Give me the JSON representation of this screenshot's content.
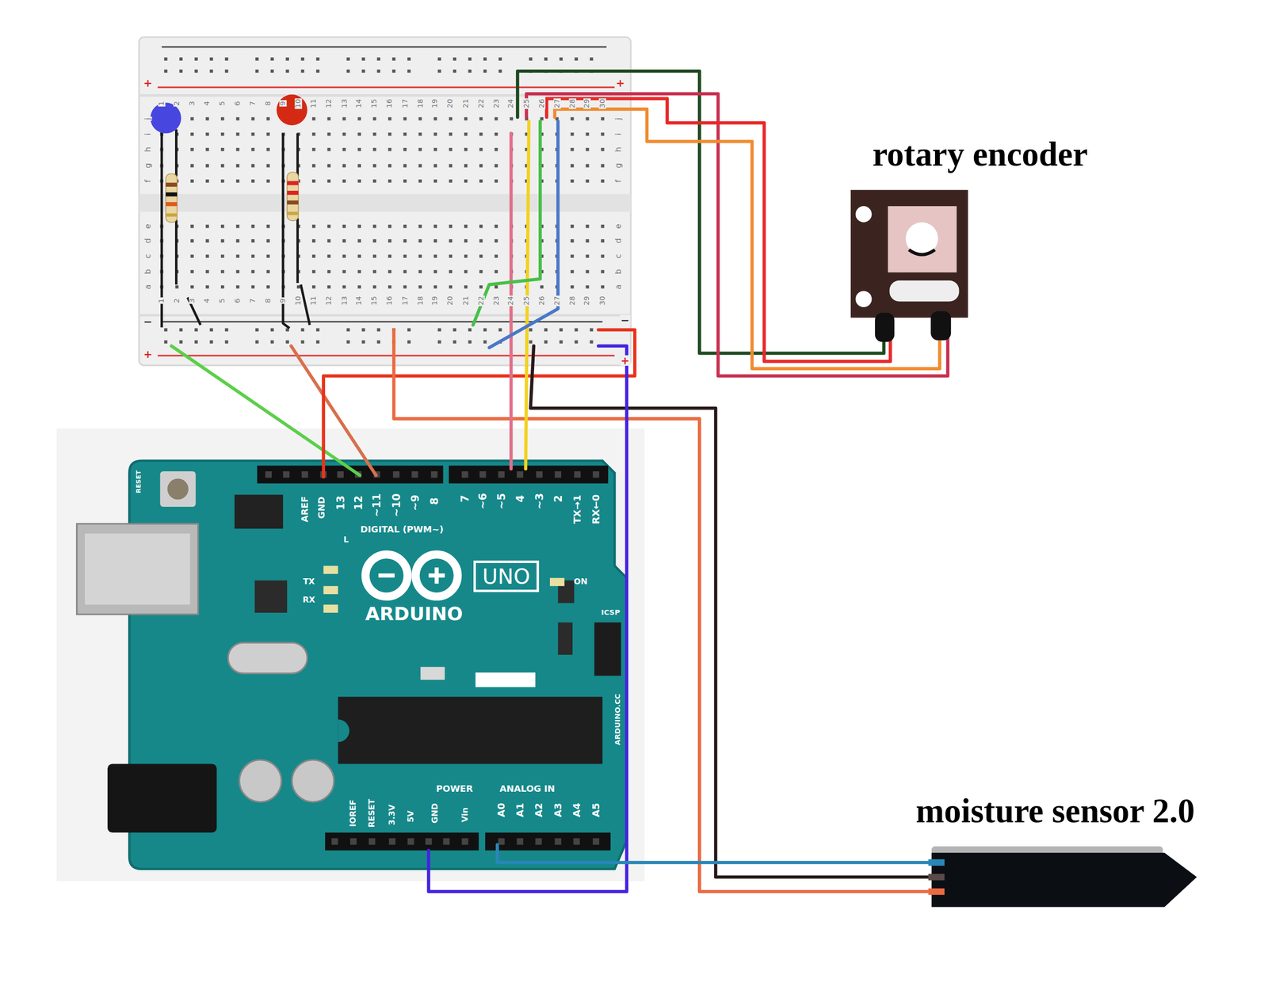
{
  "diagram": {
    "nodes": [
      {
        "text": [
          "rotary encoder"
        ]
      },
      {
        "text": [
          "moisture sensor 2.0"
        ]
      }
    ],
    "labels": [
      "1",
      "2",
      "3",
      "4",
      "5",
      "6",
      "7",
      "8",
      "9",
      "10",
      "11",
      "12",
      "13",
      "14",
      "15",
      "16",
      "17",
      "18",
      "19",
      "20",
      "21",
      "22",
      "23",
      "24",
      "25",
      "26",
      "27",
      "28",
      "29",
      "30",
      "1",
      "2",
      "3",
      "4",
      "5",
      "6",
      "7",
      "8",
      "9",
      "10",
      "11",
      "12",
      "13",
      "14",
      "15",
      "16",
      "17",
      "18",
      "19",
      "20",
      "21",
      "22",
      "23",
      "24",
      "25",
      "26",
      "27",
      "28",
      "29",
      "30",
      "j",
      "i",
      "h",
      "g",
      "f",
      "e",
      "d",
      "c",
      "b",
      "a",
      "j",
      "i",
      "h",
      "g",
      "f",
      "e",
      "d",
      "c",
      "b",
      "a",
      "+",
      "+",
      "−",
      "+",
      "−",
      "+",
      "AREF",
      "GND",
      "13",
      "12",
      "~11",
      "~10",
      "~9",
      "8",
      "7",
      "~6",
      "~5",
      "4",
      "~3",
      "2",
      "TX→1",
      "RX←0",
      "DIGITAL (PWM~)",
      "ARDUINO",
      "UNO",
      "ON",
      "TX",
      "RX",
      "L",
      "ICSP",
      "ARDUINO.CC",
      "RESET",
      "POWER",
      "ANALOG IN",
      "IOREF",
      "RESET",
      "3.3V",
      "5V",
      "GND",
      "Vin",
      "A0",
      "A1",
      "A2",
      "A3",
      "A4",
      "A5"
    ]
  }
}
